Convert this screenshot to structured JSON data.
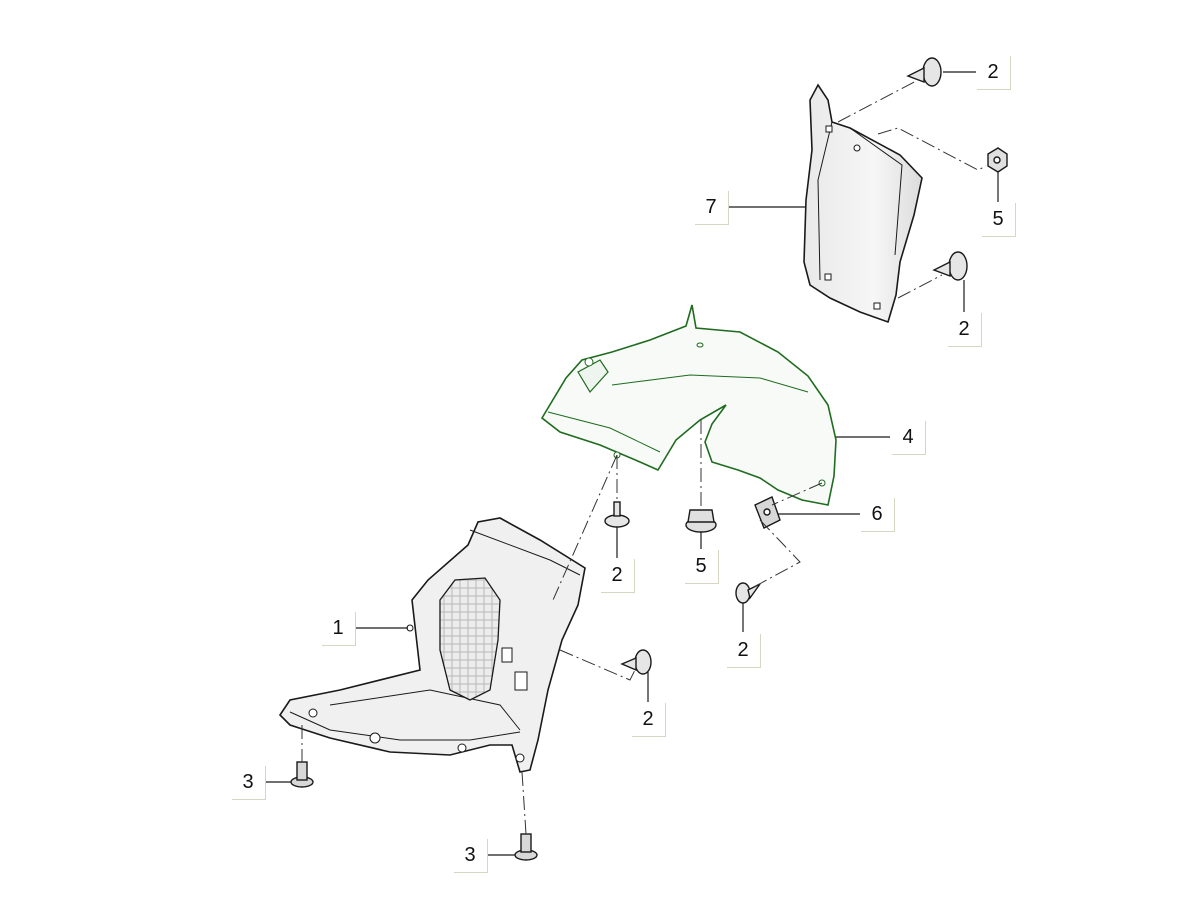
{
  "diagram": {
    "callouts": [
      {
        "id": "c1",
        "label": "1",
        "part": "inner-fender-liner-front"
      },
      {
        "id": "c2a",
        "label": "2",
        "part": "screw-rivet"
      },
      {
        "id": "c2b",
        "label": "2",
        "part": "screw-rivet"
      },
      {
        "id": "c2c",
        "label": "2",
        "part": "screw-rivet"
      },
      {
        "id": "c2d",
        "label": "2",
        "part": "screw-rivet"
      },
      {
        "id": "c2e",
        "label": "2",
        "part": "screw-rivet"
      },
      {
        "id": "c3a",
        "label": "3",
        "part": "bolt"
      },
      {
        "id": "c3b",
        "label": "3",
        "part": "bolt"
      },
      {
        "id": "c4",
        "label": "4",
        "part": "wheel-arch-liner"
      },
      {
        "id": "c5a",
        "label": "5",
        "part": "nut"
      },
      {
        "id": "c5b",
        "label": "5",
        "part": "nut"
      },
      {
        "id": "c6",
        "label": "6",
        "part": "clip-nut"
      },
      {
        "id": "c7",
        "label": "7",
        "part": "rear-liner-panel"
      }
    ],
    "colors": {
      "line": "#1a1a1a",
      "highlight": "#1f6b1f",
      "box_shadow": "#d6d6c2"
    }
  }
}
